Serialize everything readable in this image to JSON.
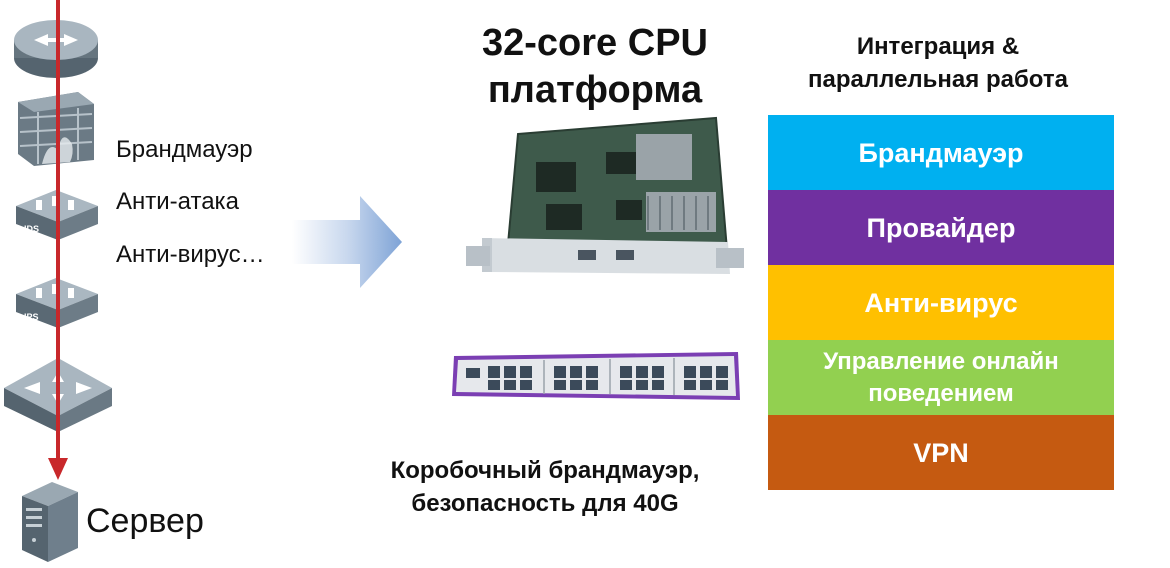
{
  "side_labels": [
    "Брандмауэр",
    "Анти-атака",
    "Анти-вирус…"
  ],
  "server_label": "Сервер",
  "device_labels": {
    "ids": "IDS",
    "ips": "IPS"
  },
  "title_cpu": [
    "32-core CPU",
    "платформа"
  ],
  "title_integration": [
    "Интеграция &",
    "параллельная работа"
  ],
  "caption_box": [
    "Коробочный брандмауэр,",
    "безопасность для 40G"
  ],
  "blocks": [
    {
      "lines": [
        "Брандмауэр"
      ],
      "color": "#00b0f0"
    },
    {
      "lines": [
        "Провайдер"
      ],
      "color": "#7030a0"
    },
    {
      "lines": [
        "Анти-вирус"
      ],
      "color": "#ffc000"
    },
    {
      "lines": [
        "Управление онлайн",
        "поведением"
      ],
      "color": "#92d050"
    },
    {
      "lines": [
        "VPN"
      ],
      "color": "#c55a11"
    }
  ],
  "colors": {
    "flow_line": "#c8282b",
    "device": "#6f7f8c",
    "arrow": "#8fb0dd"
  }
}
